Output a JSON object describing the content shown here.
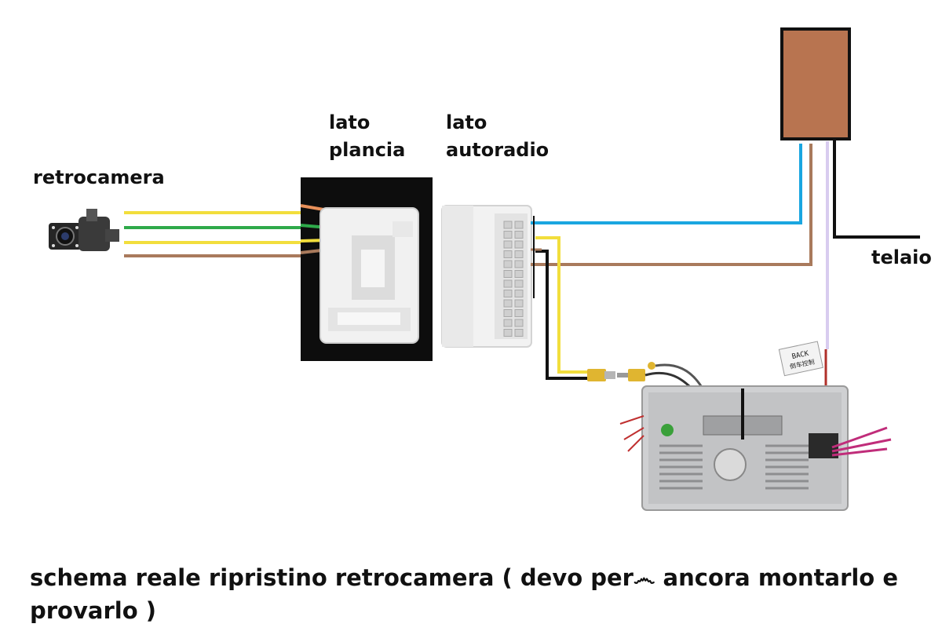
{
  "labels": {
    "camera": "retrocamera",
    "dash_side_1": "lato",
    "dash_side_2": "plancia",
    "radio_side_1": "lato",
    "radio_side_2": "autoradio",
    "chassis": "telaio"
  },
  "reverse_tag": {
    "line1": "BACK",
    "line2": "倒车控制"
  },
  "caption": "schema reale ripristino retrocamera ( devo per෴ ancora montarlo e provarlo )",
  "colors": {
    "wire_yellow": "#f2de3c",
    "wire_green": "#2eaa4a",
    "wire_brown": "#a97a5c",
    "wire_blue": "#1aa6e0",
    "wire_black": "#111111",
    "wire_violet": "#d8ccef",
    "relay_box": "#b87450",
    "connector_bg": "#0d0d0d"
  },
  "components": [
    "rear-camera",
    "dash-side-connector",
    "radio-side-connector",
    "relay-box",
    "car-radio-unit",
    "rca-plug"
  ]
}
